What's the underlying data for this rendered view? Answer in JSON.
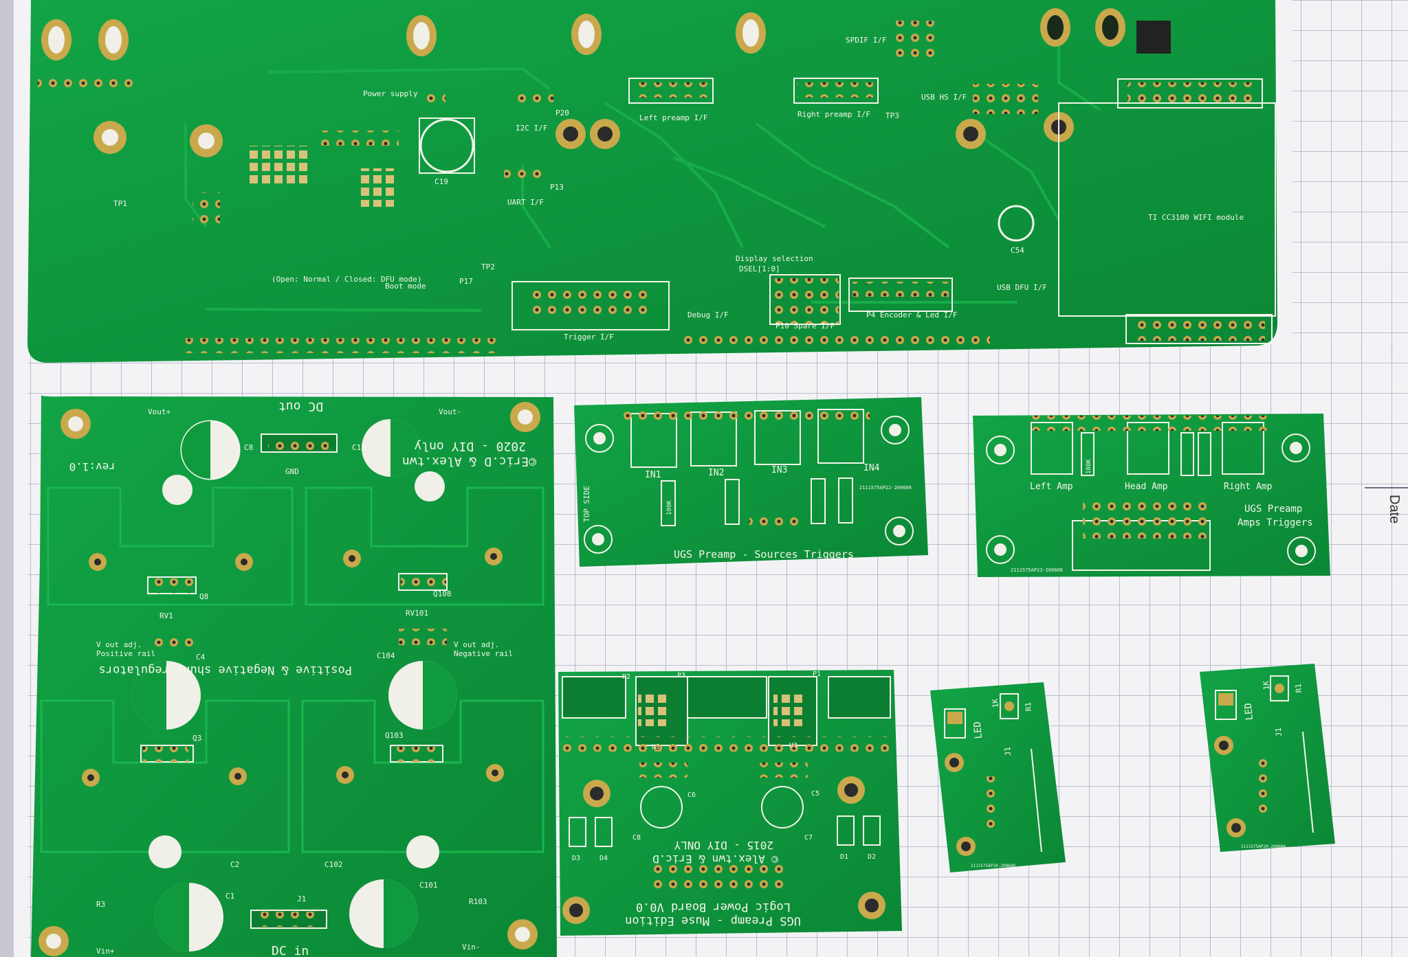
{
  "colors": {
    "pcb_green": "#0f9a3d",
    "pcb_green_dark": "#0b7e31",
    "trace_green": "#17ad49",
    "pad_gold": "#c9a94c",
    "silkscreen": "#f4f4ea",
    "paper": "#f3f3f6",
    "grid_line": "#a9aebf"
  },
  "main_board": {
    "labels": [
      "Power supply",
      "I2C I/F",
      "UART I/F",
      "Left preamp I/F",
      "Right preamp I/F",
      "SPDIF I/F",
      "USB HS I/F",
      "Trigger I/F",
      "Debug I/F",
      "P10 Spare I/F",
      "P4 Encoder & Led I/F",
      "USB DFU I/F",
      "Display selection",
      "DSEL[1:0]",
      "TI CC3100 WIFI module",
      "Boot mode",
      "(Open: Normal / Closed: DFU mode)",
      "C19",
      "C54",
      "P17",
      "P20",
      "P13",
      "TP1",
      "TP2",
      "TP3"
    ]
  },
  "regulator_board": {
    "title": "Positive & Negative shunt regulators",
    "copyright": "©Eric.D & Alex.twn",
    "year_note": "2020 - DIY only",
    "rev": "rev:1.0",
    "dc_out": "DC out",
    "dc_in": "DC in",
    "labels": [
      "Vout+",
      "Vout-",
      "GND",
      "C8",
      "C106",
      "Q8",
      "RV1",
      "C4",
      "Q3",
      "Q108",
      "RV101",
      "C104",
      "Q103",
      "C2",
      "C1",
      "J1",
      "C102",
      "C101",
      "R3",
      "R103",
      "Vin+",
      "Vin-",
      "Positive rail",
      "V out adj.",
      "Negative rail",
      "V out adj."
    ]
  },
  "sources_board": {
    "title": "UGS Preamp - Sources Triggers",
    "side": "TOP SIDE",
    "inputs": [
      "IN1",
      "IN2",
      "IN3",
      "IN4"
    ],
    "resistor_label": "100K",
    "serial": "2111575AP22-200608"
  },
  "amps_board": {
    "title_line1": "UGS Preamp",
    "title_line2": "Amps Triggers",
    "outputs": [
      "Left Amp",
      "Head Amp",
      "Right Amp"
    ],
    "resistor_label": "100K",
    "serial": "2111575AP23-200608"
  },
  "logic_power_board": {
    "title_line1": "UGS Preamp - Muse Edition",
    "title_line2": "Logic Power Board V0.0",
    "copyright": "© Alex.twn & Eric.D",
    "year_note": "2015 - DIY ONLY",
    "labels": [
      "P1",
      "P2",
      "P3",
      "U1",
      "U3",
      "C5",
      "C6",
      "C7",
      "C8",
      "D1",
      "D2",
      "D3",
      "D4"
    ]
  },
  "led_boards": {
    "labels": [
      "LED",
      "1K",
      "R1",
      "J1"
    ],
    "serial": "2111575AP20-200608"
  },
  "paper_note": {
    "label": "Date"
  }
}
